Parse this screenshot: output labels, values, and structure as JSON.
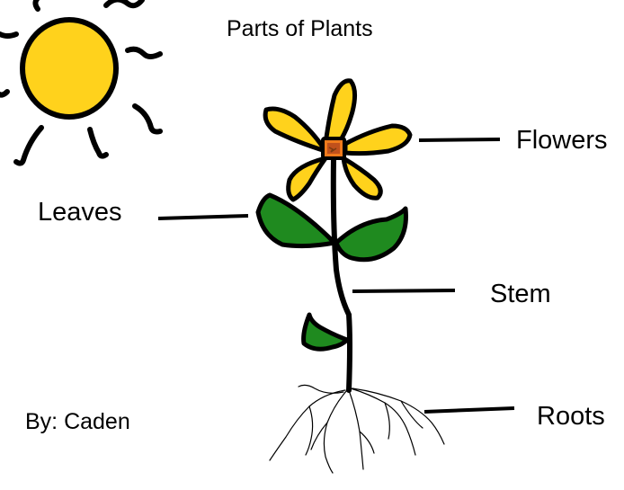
{
  "title": "Parts of Plants",
  "labels": {
    "flowers": "Flowers",
    "leaves": "Leaves",
    "stem": "Stem",
    "roots": "Roots"
  },
  "author": "By: Caden",
  "colors": {
    "sun": "#ffd21c",
    "petal": "#ffd21c",
    "flower_center": "#f07a1c",
    "leaf": "#1f8a1f",
    "outline": "#000000"
  }
}
